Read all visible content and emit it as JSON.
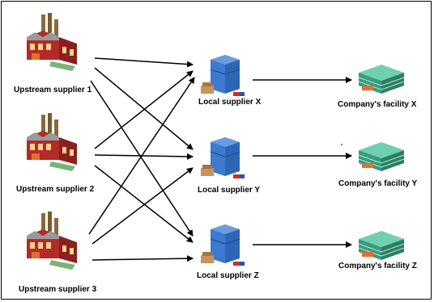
{
  "upstream_suppliers": [
    {
      "label": "Upstream supplier 1",
      "icon": "factory-icon"
    },
    {
      "label": "Upstream supplier 2",
      "icon": "factory-icon"
    },
    {
      "label": "Upstream supplier 3",
      "icon": "factory-icon"
    }
  ],
  "local_suppliers": [
    {
      "label": "Local supplier X",
      "icon": "warehouse-icon"
    },
    {
      "label": "Local supplier Y",
      "icon": "warehouse-icon"
    },
    {
      "label": "Local supplier Z",
      "icon": "warehouse-icon"
    }
  ],
  "facilities": [
    {
      "label": "Company's facility X",
      "icon": "facility-building-icon"
    },
    {
      "label": "Company's facility Y",
      "icon": "facility-building-icon"
    },
    {
      "label": "Company's facility Z",
      "icon": "facility-building-icon"
    }
  ],
  "colors": {
    "factory_red": "#b22a2a",
    "factory_dark": "#555555",
    "warehouse_blue": "#2f66b3",
    "facility_green": "#3a9a7d",
    "arrow": "#000000"
  }
}
